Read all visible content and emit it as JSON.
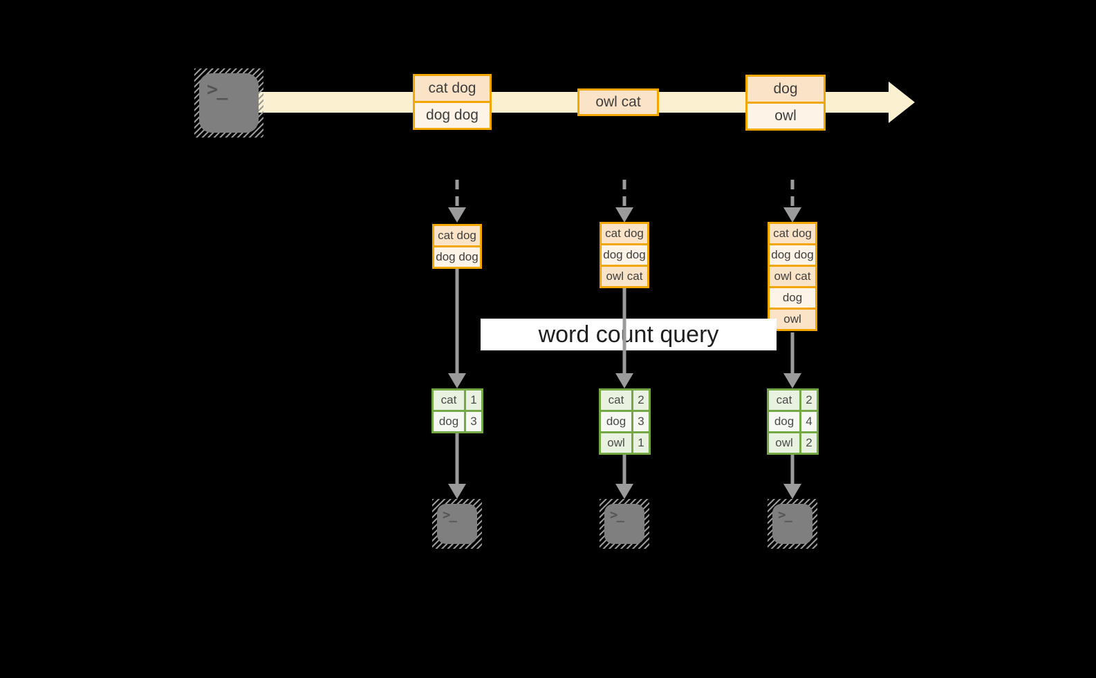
{
  "banner": {
    "label": "word count query"
  },
  "terminal": {
    "prompt": ">_"
  },
  "stream": {
    "events": [
      {
        "lines": [
          "cat dog",
          "dog dog"
        ]
      },
      {
        "lines": [
          "owl cat"
        ]
      },
      {
        "lines": [
          "dog",
          "owl"
        ]
      }
    ]
  },
  "columns": [
    {
      "window": [
        "cat dog",
        "dog dog"
      ],
      "counts": [
        {
          "word": "cat",
          "count": "1"
        },
        {
          "word": "dog",
          "count": "3"
        }
      ]
    },
    {
      "window": [
        "cat dog",
        "dog dog",
        "owl cat"
      ],
      "counts": [
        {
          "word": "cat",
          "count": "2"
        },
        {
          "word": "dog",
          "count": "3"
        },
        {
          "word": "owl",
          "count": "1"
        }
      ]
    },
    {
      "window": [
        "cat dog",
        "dog dog",
        "owl cat",
        "dog",
        "owl"
      ],
      "counts": [
        {
          "word": "cat",
          "count": "2"
        },
        {
          "word": "dog",
          "count": "4"
        },
        {
          "word": "owl",
          "count": "2"
        }
      ]
    }
  ],
  "colors": {
    "background": "#000000",
    "stream_band": "#FBF0CF",
    "event_box_border": "#F2A602",
    "event_fill_dark": "#FAE3C7",
    "event_fill_light": "#FDF3E7",
    "table_border": "#74A844",
    "table_fill_dark": "#E9F1E0",
    "table_fill_light": "#F6F9F3",
    "arrow_gray": "#9B9B9B",
    "terminal_gray": "#7F7F7F",
    "banner_background": "#FFFFFF",
    "text": "#3E3E3E"
  }
}
